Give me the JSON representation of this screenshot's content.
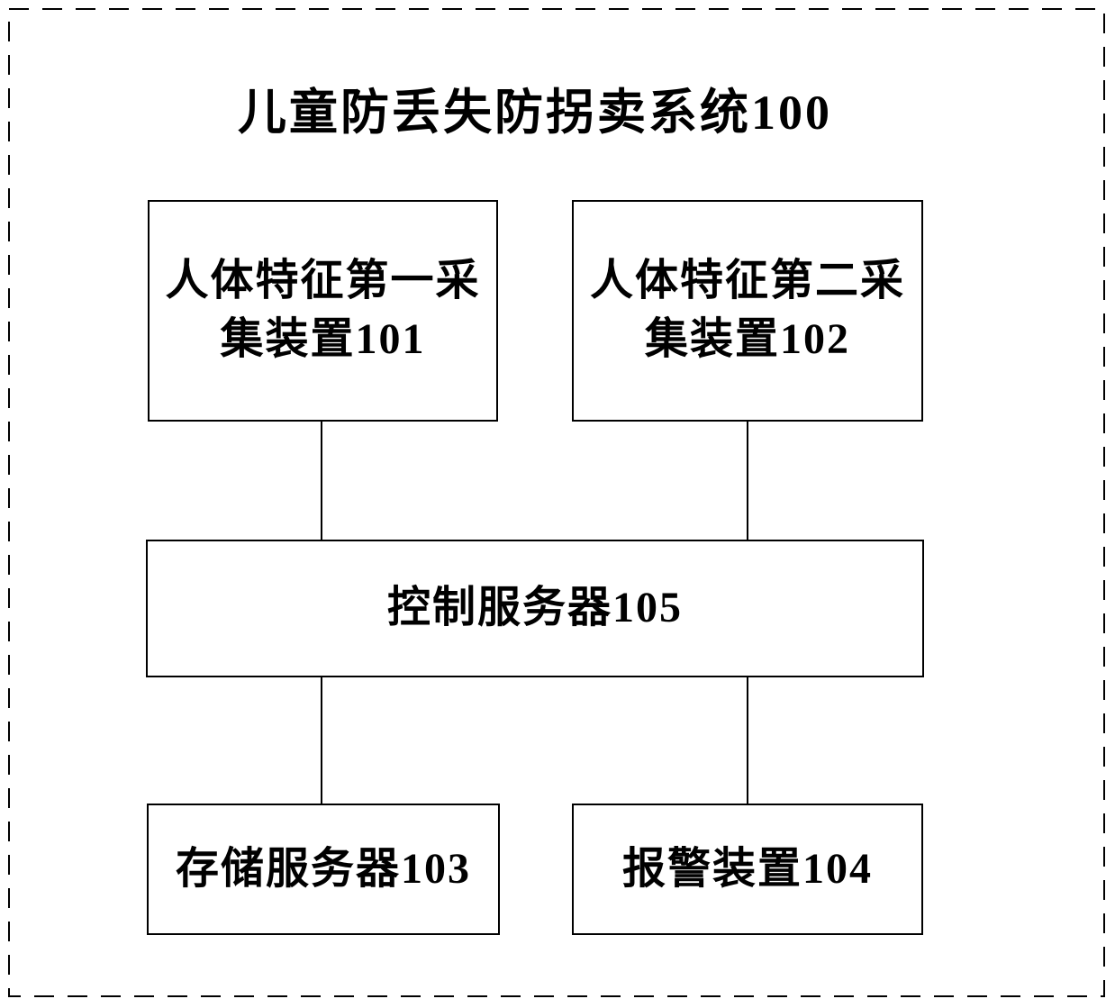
{
  "diagram": {
    "title": "儿童防丢失防拐卖系统100",
    "boxes": {
      "collector1": {
        "lines": [
          "人体特征第一采",
          "集装置101"
        ]
      },
      "collector2": {
        "lines": [
          "人体特征第二采",
          "集装置102"
        ]
      },
      "control_server": {
        "lines": [
          "控制服务器105"
        ]
      },
      "storage_server": {
        "lines": [
          "存储服务器103"
        ]
      },
      "alarm_device": {
        "lines": [
          "报警装置104"
        ]
      }
    },
    "colors": {
      "line": "#000000",
      "background": "#ffffff"
    }
  }
}
